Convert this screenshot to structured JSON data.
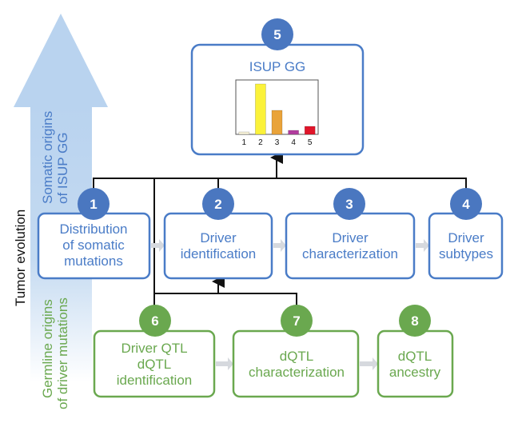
{
  "colors": {
    "blue": "#4a7cc7",
    "blue_circle": "#4a77c0",
    "green": "#6aa84f",
    "green_circle": "#6aa84f",
    "arrow_fill": "#b9d3ef",
    "connector": "#111111",
    "flow_arrow": "#d6d9de"
  },
  "side_labels": {
    "tumor_evolution": "Tumor evolution",
    "somatic_line1": "Somatic origins",
    "somatic_line2": "of ISUP GG",
    "germline_line1": "Germline origins",
    "germline_line2": "of driver mutations"
  },
  "nodes": [
    {
      "number": "1",
      "lines": [
        "Distribution",
        "of somatic",
        "mutations"
      ],
      "color": "blue"
    },
    {
      "number": "2",
      "lines": [
        "Driver",
        "identification"
      ],
      "color": "blue"
    },
    {
      "number": "3",
      "lines": [
        "Driver",
        "characterization"
      ],
      "color": "blue"
    },
    {
      "number": "4",
      "lines": [
        "Driver",
        "subtypes"
      ],
      "color": "blue"
    },
    {
      "number": "5",
      "lines": [
        "ISUP GG"
      ],
      "color": "blue"
    },
    {
      "number": "6",
      "lines": [
        "Driver QTL",
        "dQTL",
        "identification"
      ],
      "color": "green"
    },
    {
      "number": "7",
      "lines": [
        "dQTL",
        "characterization"
      ],
      "color": "green"
    },
    {
      "number": "8",
      "lines": [
        "dQTL",
        "ancestry"
      ],
      "color": "green"
    }
  ],
  "chart_data": {
    "type": "bar",
    "title": "ISUP GG",
    "categories": [
      "1",
      "2",
      "3",
      "4",
      "5"
    ],
    "values": [
      3,
      63,
      30,
      5,
      10
    ],
    "colors": [
      "#f6f1d8",
      "#fbf23a",
      "#e9a33a",
      "#b23d9e",
      "#e0152a"
    ],
    "xlabel": "",
    "ylabel": "",
    "ylim": [
      0,
      68
    ],
    "grid": false,
    "legend": "none"
  }
}
